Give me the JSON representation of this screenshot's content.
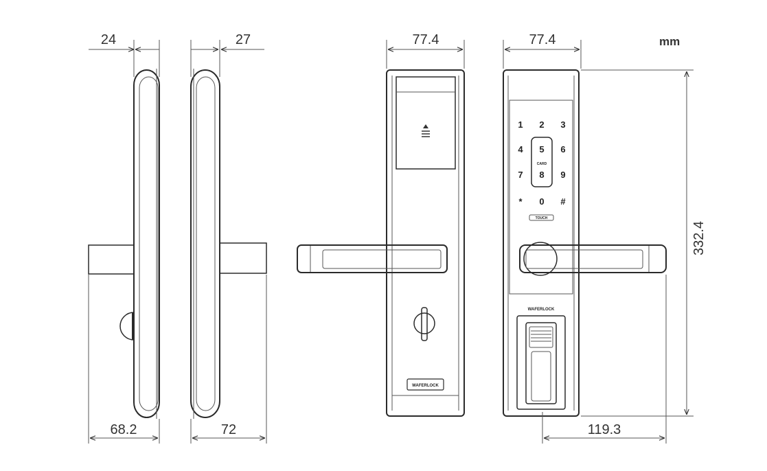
{
  "unit": "mm",
  "dimensions": {
    "side_left_depth": "24",
    "side_right_depth": "27",
    "front_width": "77.4",
    "back_width": "77.4",
    "height": "332.4",
    "handle_left": "68.2",
    "handle_right": "72",
    "handle_back": "119.3"
  },
  "keypad": {
    "keys": [
      "1",
      "2",
      "3",
      "4",
      "5",
      "6",
      "7",
      "8",
      "9",
      "*",
      "0",
      "#"
    ],
    "card_label": "CARD",
    "touch_label": "TOUCH"
  },
  "brand": {
    "back_logo": "WAFERLOCK",
    "front_logo": "WAFERLOCK"
  },
  "colors": {
    "line": "#2a2a2a",
    "text": "#333333"
  }
}
